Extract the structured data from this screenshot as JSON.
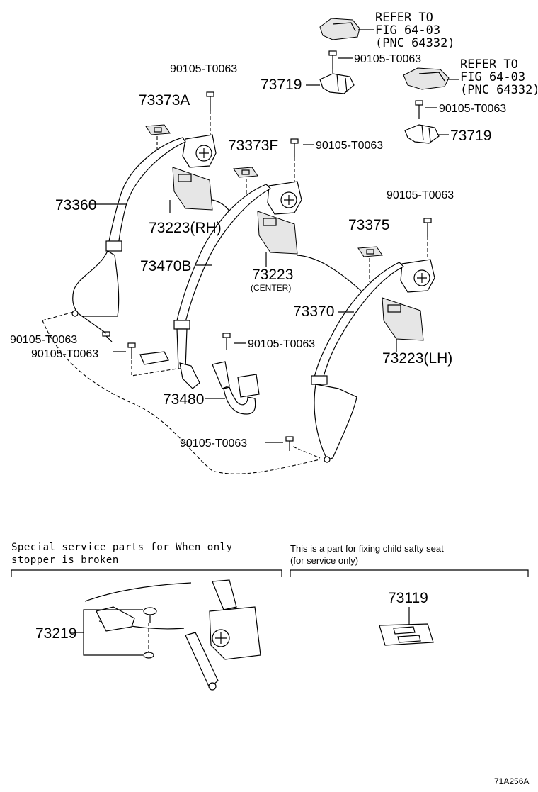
{
  "labels": {
    "refer1": [
      "REFER TO",
      "FIG 64-03",
      "(PNC 64332)"
    ],
    "refer2": [
      "REFER TO",
      "FIG 64-03",
      "(PNC 64332)"
    ],
    "bolt": "90105-T0063",
    "p73719": "73719",
    "p73373A": "73373A",
    "p73373F": "73373F",
    "p73360": "73360",
    "p73223rh": "73223(RH)",
    "p73470B": "73470B",
    "p73223center": "73223",
    "center": "(CENTER)",
    "p73375": "73375",
    "p73370": "73370",
    "p73223lh": "73223(LH)",
    "p73480": "73480",
    "p73219": "73219",
    "p73119": "73119",
    "fig_code": "71A256A"
  },
  "notes": {
    "special_line1": "Special  service  parts  for  When  only",
    "special_line2": "stopper  is  broken",
    "child_line1": "This is a part for fixing child safty seat",
    "child_line2": "(for service only)"
  }
}
